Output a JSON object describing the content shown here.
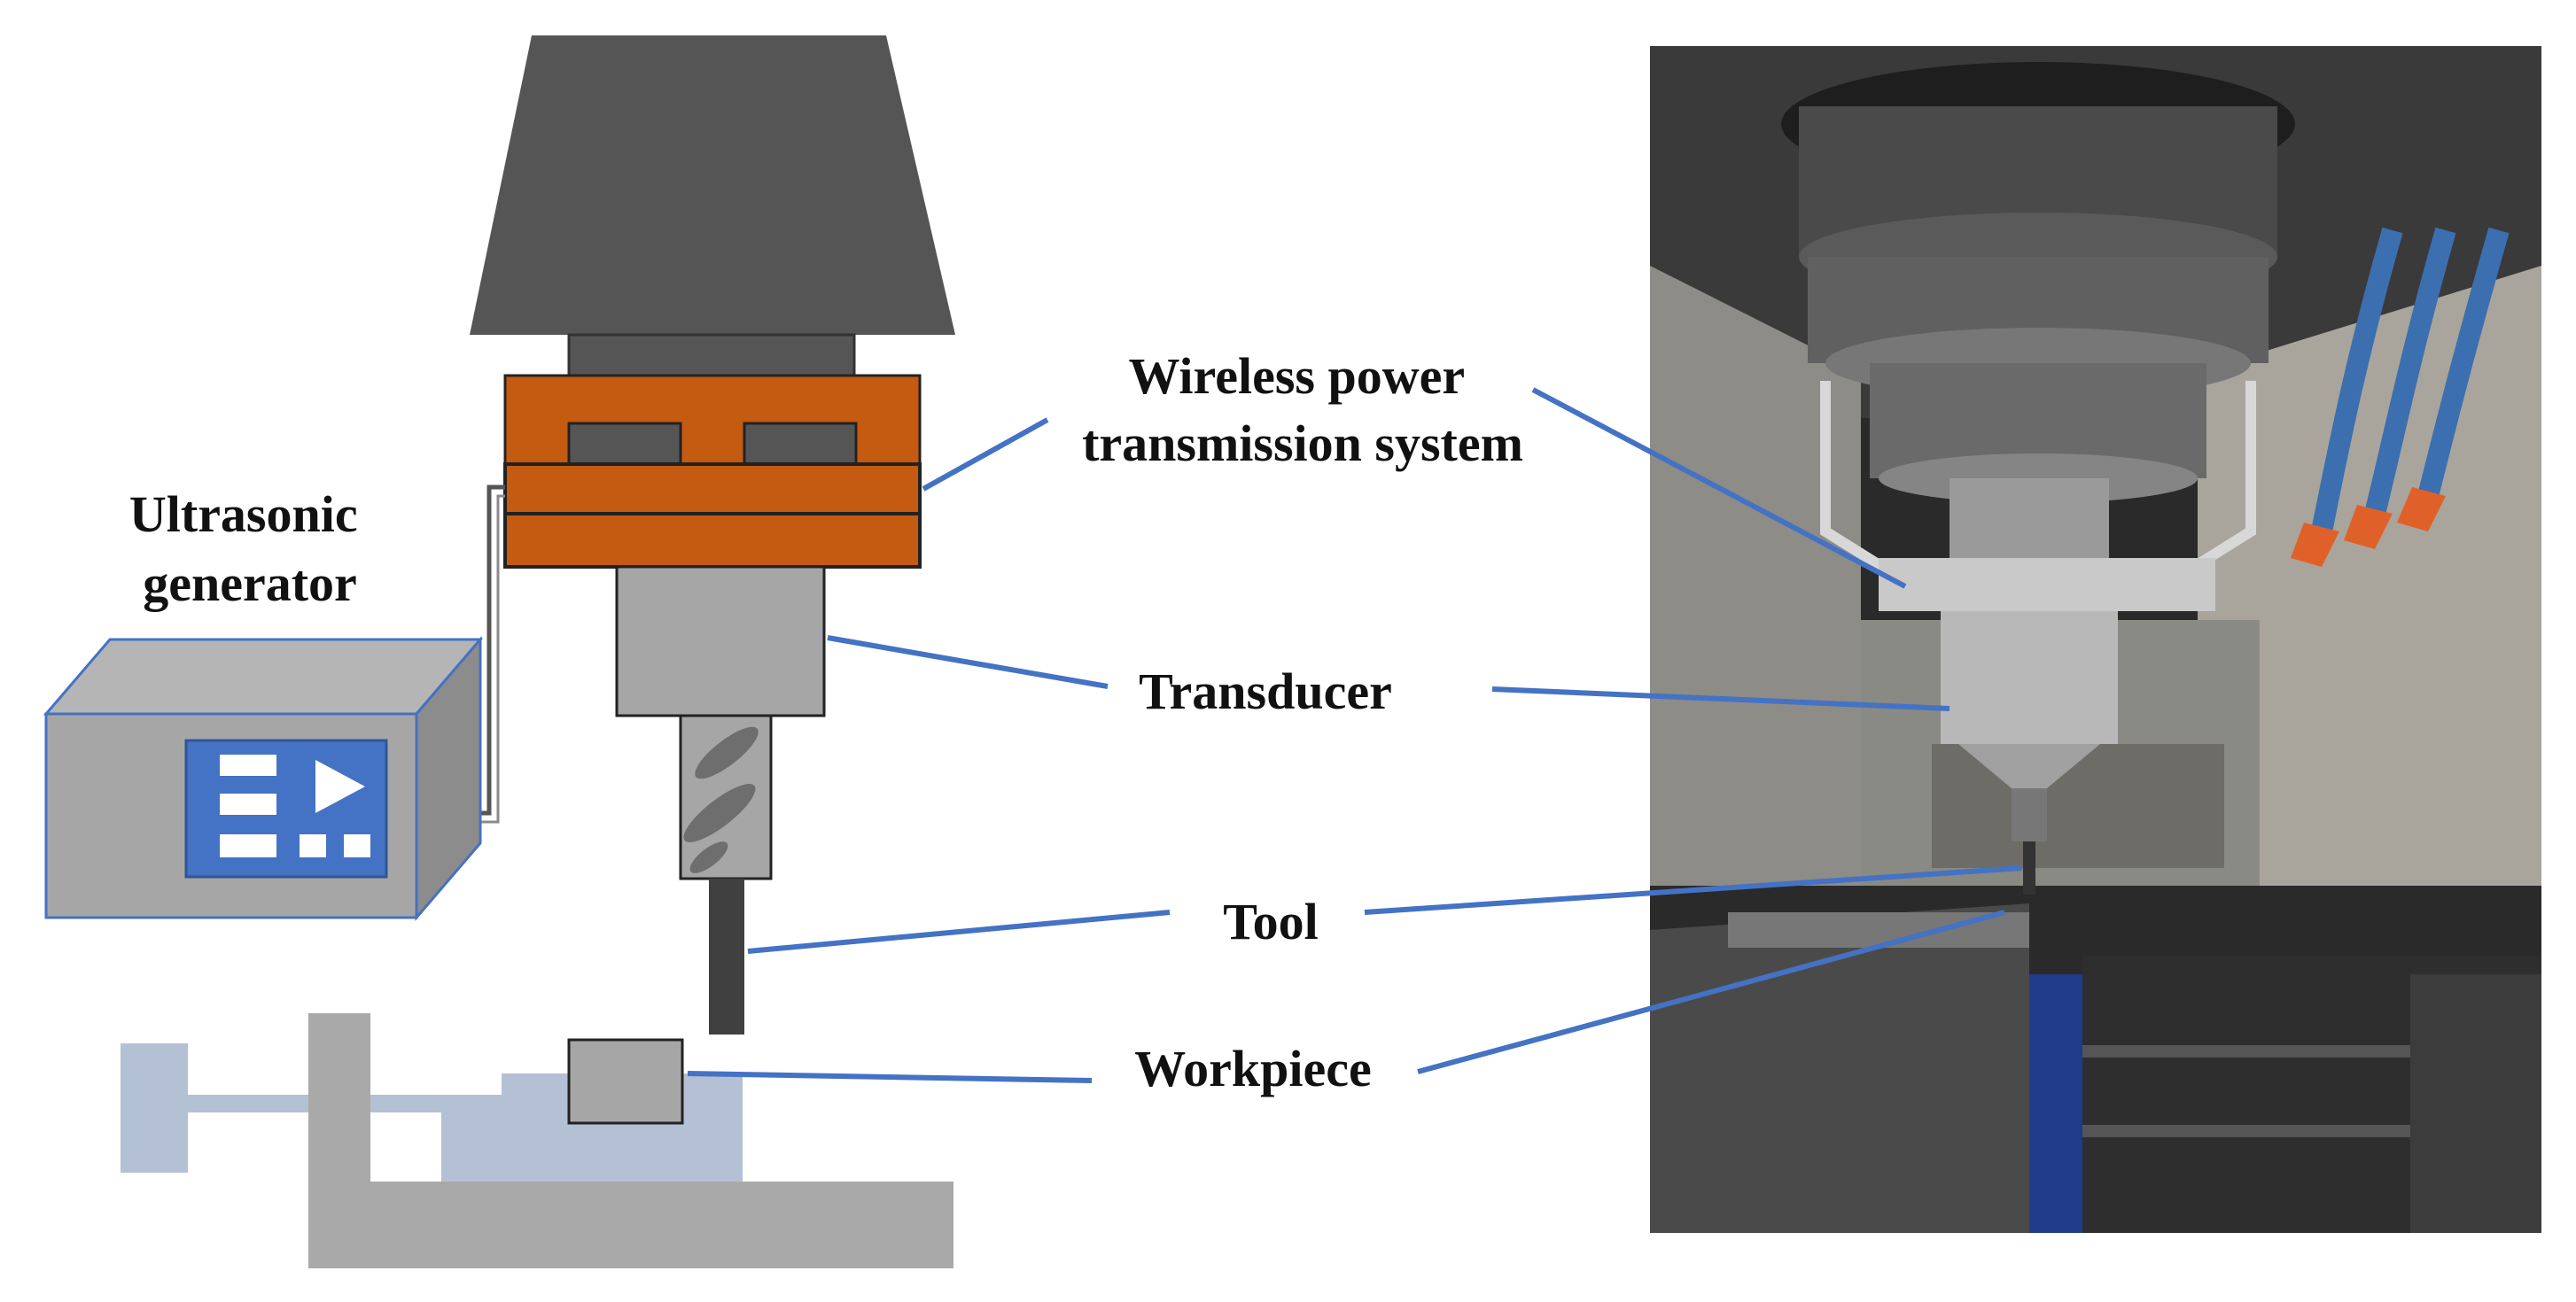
{
  "labels": {
    "ultrasonic_generator": [
      "Ultrasonic",
      "generator"
    ],
    "wireless_power": [
      "Wireless power",
      "transmission system"
    ],
    "transducer": "Transducer",
    "tool": "Tool",
    "workpiece": "Workpiece"
  },
  "colors": {
    "leader_line": "#4472c4",
    "spindle_taper": "#555555",
    "wireless_coil": "#c55a11",
    "transducer_body": "#a6a6a6",
    "generator_box": "#a6a6a6",
    "generator_panel": "#4472c4",
    "vise": "#a9a9a9",
    "fixture": "#b4c0d4",
    "workpiece": "#a6a6a6"
  }
}
